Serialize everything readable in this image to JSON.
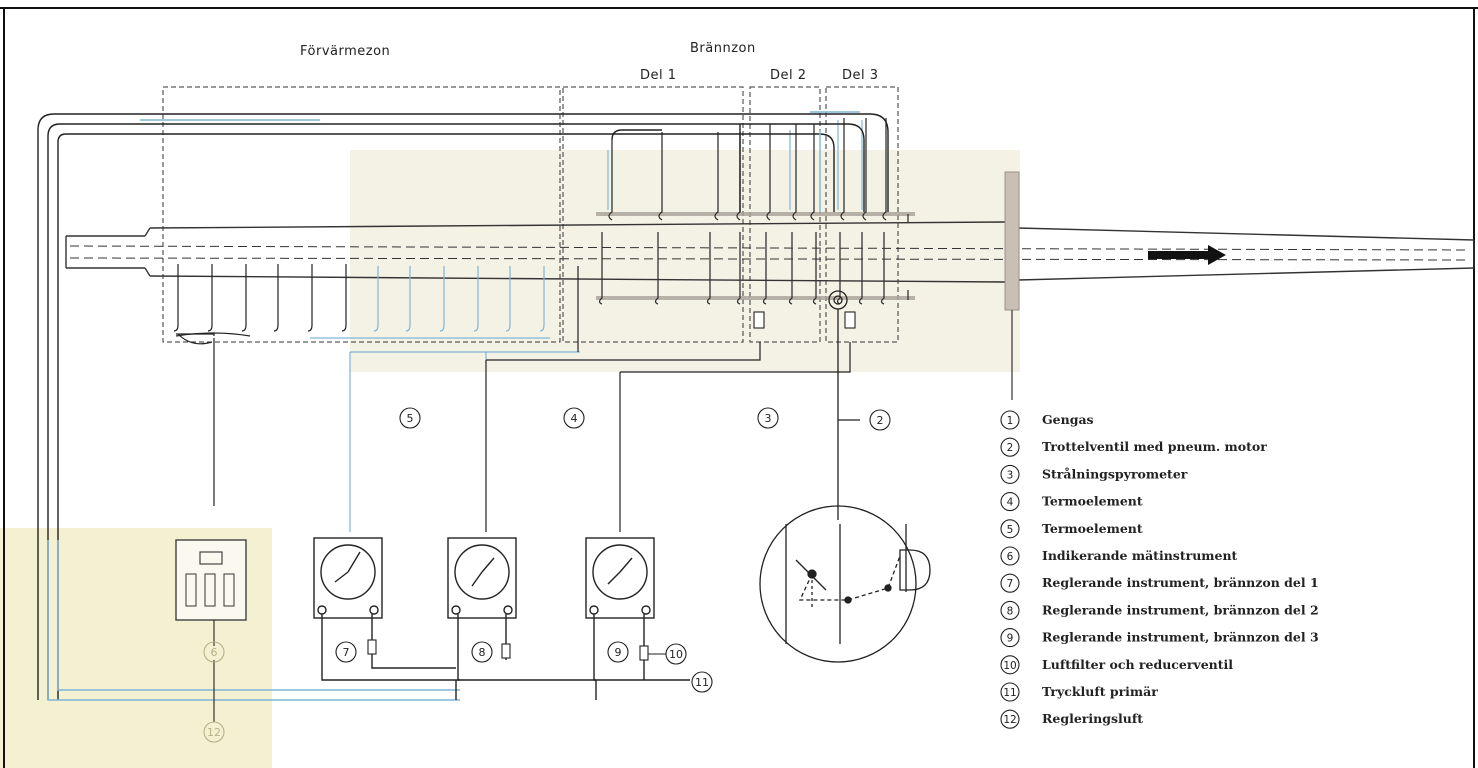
{
  "zones": {
    "preheat": "Förvärmezon",
    "burn": "Brännzon",
    "part1": "Del 1",
    "part2": "Del 2",
    "part3": "Del 3"
  },
  "callouts": {
    "c2": "2",
    "c3": "3",
    "c4": "4",
    "c5": "5",
    "c6": "6",
    "c7": "7",
    "c8": "8",
    "c9": "9",
    "c10": "10",
    "c11": "11",
    "c12": "12"
  },
  "legend": [
    {
      "num": "1",
      "label": "Gengas"
    },
    {
      "num": "2",
      "label": "Trottelventil med pneum. motor"
    },
    {
      "num": "3",
      "label": "Strålningspyrometer"
    },
    {
      "num": "4",
      "label": "Termoelement"
    },
    {
      "num": "5",
      "label": "Termoelement"
    },
    {
      "num": "6",
      "label": "Indikerande mätinstrument"
    },
    {
      "num": "7",
      "label": "Reglerande instrument, brännzon del 1"
    },
    {
      "num": "8",
      "label": "Reglerande instrument, brännzon del 2"
    },
    {
      "num": "9",
      "label": "Reglerande instrument, brännzon del 3"
    },
    {
      "num": "10",
      "label": "Luftfilter och reducerventil"
    },
    {
      "num": "11",
      "label": "Tryckluft primär"
    },
    {
      "num": "12",
      "label": "Regleringsluft"
    }
  ],
  "colors": {
    "line": "#2a2a2a",
    "air": "#7fb6d6",
    "highlight": "#f3efcf",
    "wall": "#c9bfb5"
  }
}
